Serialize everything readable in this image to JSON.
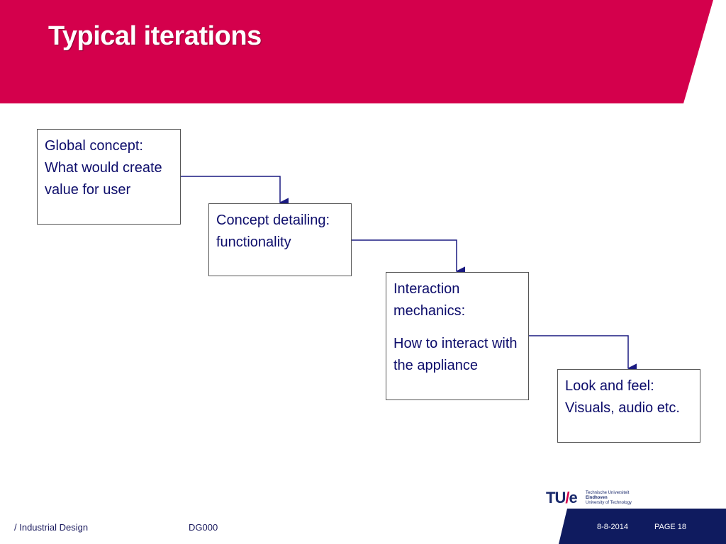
{
  "slide": {
    "title": "Typical iterations"
  },
  "steps": [
    {
      "lines": [
        "Global concept: What would create value for user"
      ]
    },
    {
      "lines": [
        "Concept detailing: functionality"
      ]
    },
    {
      "lines": [
        "Interaction mechanics:",
        "How to interact with the appliance"
      ]
    },
    {
      "lines": [
        "Look and feel: Visuals, audio etc."
      ]
    }
  ],
  "footer": {
    "department": "/ Industrial Design",
    "course_code": "DG000",
    "date": "8-8-2014",
    "page": "PAGE 18"
  },
  "logo": {
    "mark_left": "TU",
    "mark_slash": "/",
    "mark_right": "e",
    "line1": "Technische Universiteit",
    "line2": "Eindhoven",
    "line3": "University of Technology"
  },
  "colors": {
    "header_band": "#d4004c",
    "footer_band": "#0f1b5f",
    "text_navy": "#0d0d6b",
    "connector": "#1a1a80"
  }
}
